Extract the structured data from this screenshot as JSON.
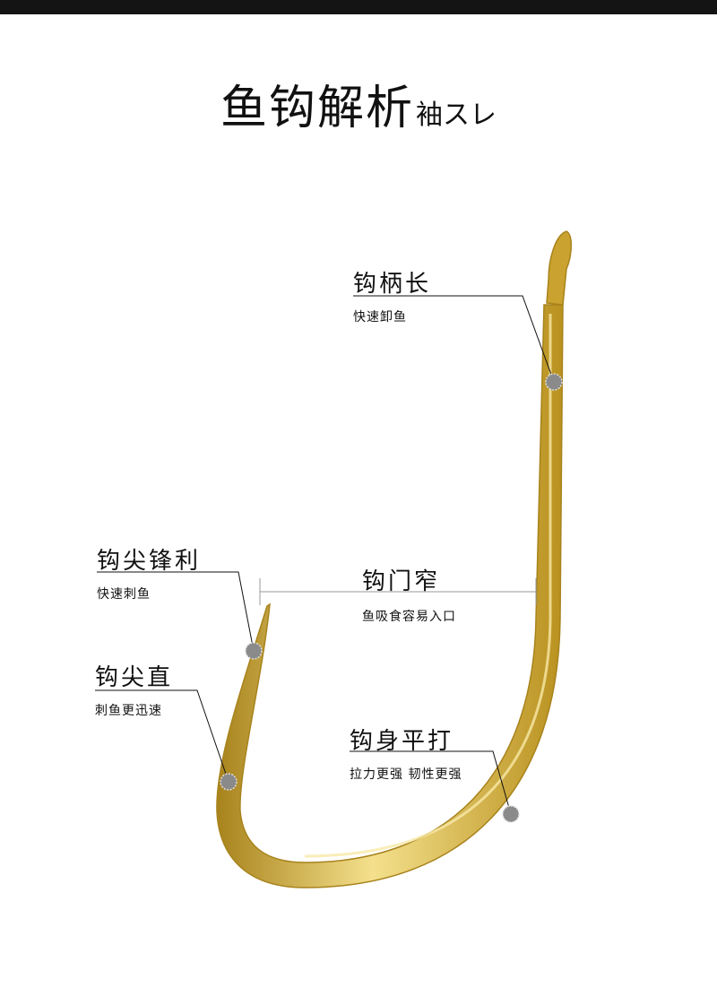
{
  "header": {
    "title": "鱼钩解析",
    "subtitle": "袖スレ"
  },
  "colors": {
    "hook_gold": "#c9a230",
    "hook_highlight": "#f4e08c",
    "hook_shadow": "#a8831c",
    "marker_gray": "#8a8a8a",
    "top_bar": "#141414"
  },
  "callouts": {
    "shank": {
      "label": "钩柄长",
      "desc": "快速卸鱼"
    },
    "point_sharp": {
      "label": "钩尖锋利",
      "desc": "快速刺鱼"
    },
    "point_straight": {
      "label": "钩尖直",
      "desc": "刺鱼更迅速"
    },
    "gap": {
      "label": "钩门窄",
      "desc": "鱼吸食容易入口"
    },
    "bend": {
      "label": "钩身平打",
      "desc": "拉力更强 韧性更强"
    }
  }
}
